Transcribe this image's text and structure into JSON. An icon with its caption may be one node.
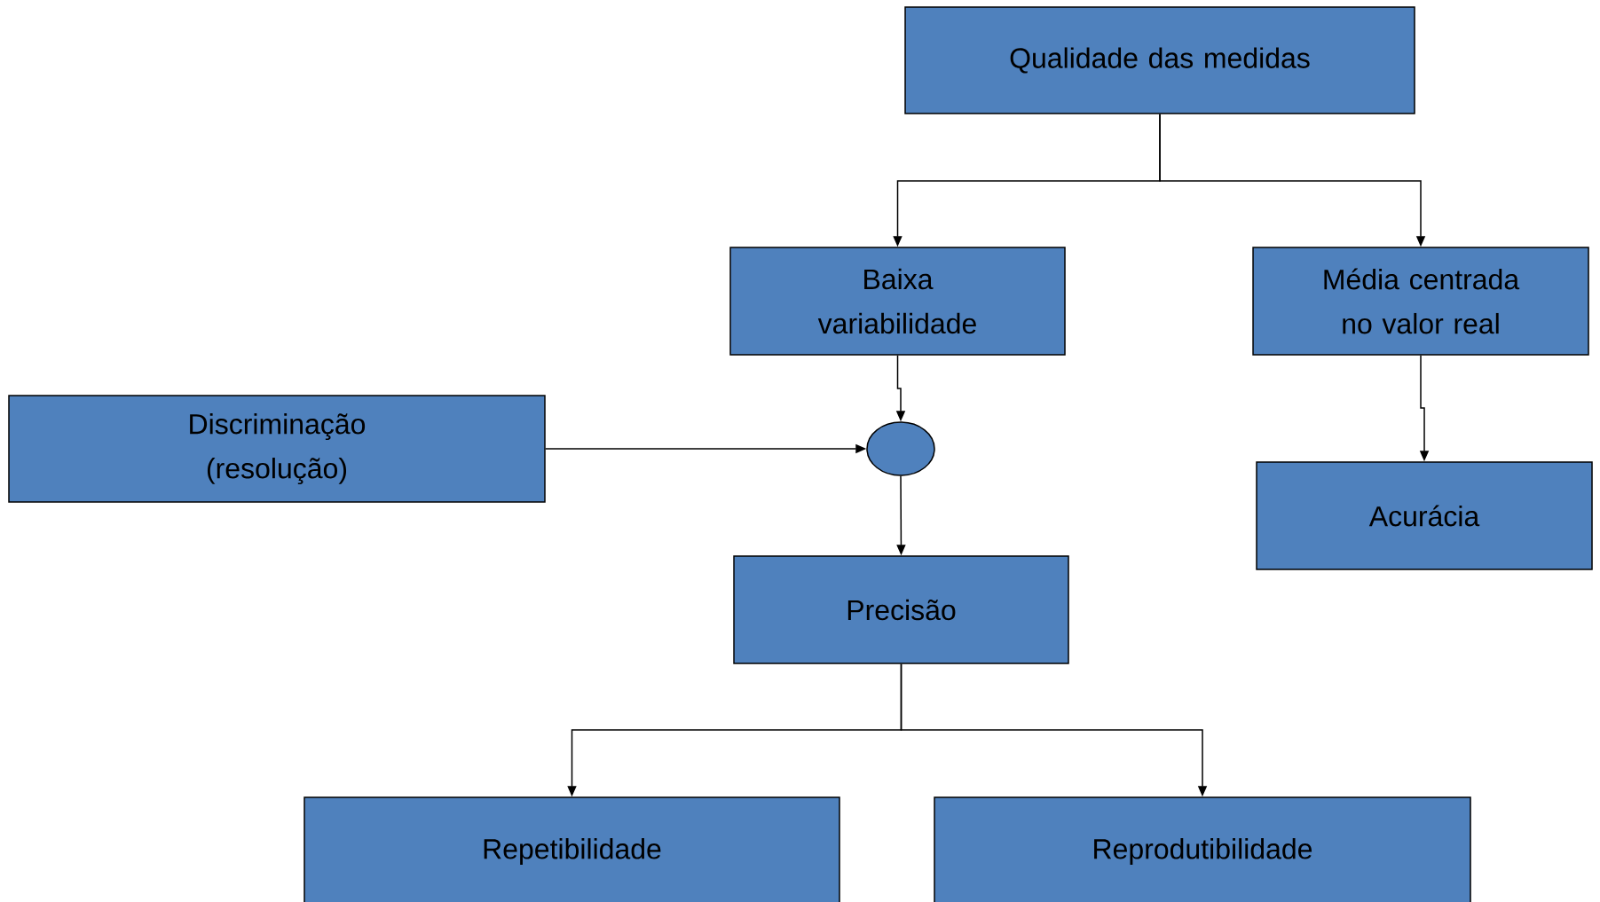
{
  "diagram": {
    "nodes": [
      {
        "text": [
          "Qualidade das medidas"
        ]
      },
      {
        "text": [
          "Baixa variabilidade"
        ]
      },
      {
        "text": [
          "Média centrada no valor real"
        ]
      },
      {
        "text": [
          "Discriminação (resolução)"
        ]
      },
      {
        "text": [],
        "shape": "circle"
      },
      {
        "text": [
          "Acurácia"
        ]
      },
      {
        "text": [
          "Precisão"
        ]
      },
      {
        "text": [
          "Repetibilidade"
        ]
      },
      {
        "text": [
          "Reprodutibilidade"
        ]
      }
    ],
    "edges": [
      {
        "from": 0,
        "to": 1,
        "arrow": "to"
      },
      {
        "from": 0,
        "to": 2,
        "arrow": "to"
      },
      {
        "from": 1,
        "to": 4,
        "arrow": "to"
      },
      {
        "from": 3,
        "to": 4,
        "arrow": "to"
      },
      {
        "from": 2,
        "to": 5,
        "arrow": "to"
      },
      {
        "from": 4,
        "to": 6,
        "arrow": "to"
      },
      {
        "from": 6,
        "to": 7,
        "arrow": "to"
      },
      {
        "from": 6,
        "to": 8,
        "arrow": "to"
      }
    ]
  }
}
